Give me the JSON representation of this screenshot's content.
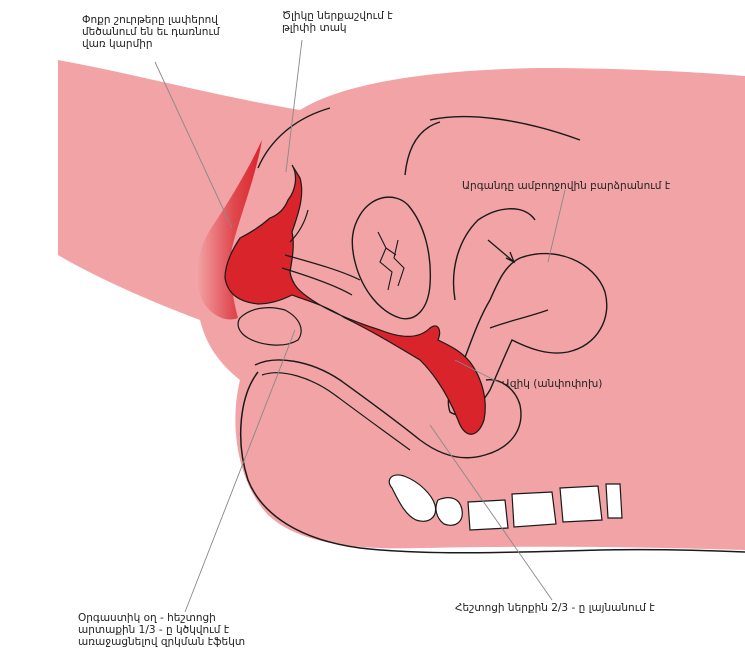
{
  "labels": {
    "labia": "Փոքր շուրթերը լափերով\nմեծանում են եւ դառնում\nվառ կարմիր",
    "clitoris": "Ծլիկը ներքաշվում է\nթլիփի տակ",
    "uterus": "Արգանդը ամբողջովին բարձրանում է",
    "cervix": "Վզիկ (անփոփոխ)",
    "inner_vagina": "Հեշտոցի ներքին 2/3 - ը լայնանում է",
    "orgasmic_platform": "Օրգաստիկ օղ - հեշտոցի\nարտաքին 1/3 - ը կծկվում է\nառաջացնելով զրկման էֆեկտ"
  },
  "colors": {
    "body": "#f2a3a6",
    "flush_dark": "#d8242a",
    "flush_mid": "#e3545a",
    "outline": "#1a1a1a",
    "leader": "#888888",
    "bone": "#ffffff"
  }
}
